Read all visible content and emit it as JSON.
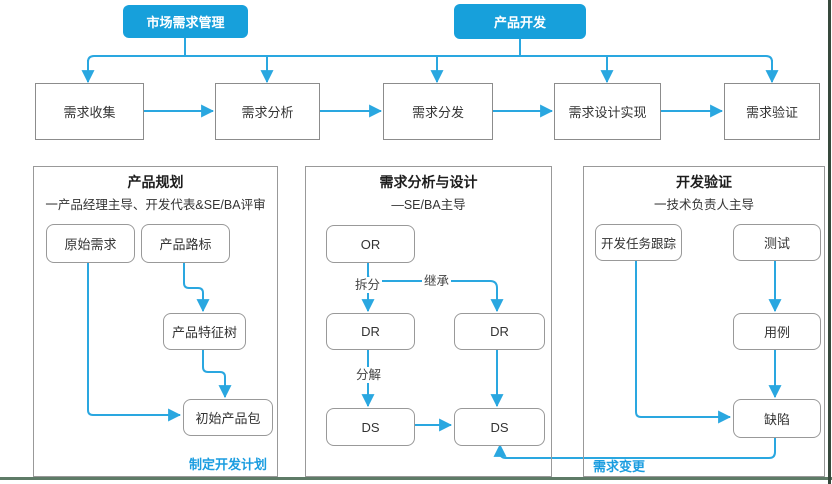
{
  "colors": {
    "source_box_fill": "#17A0DB",
    "connector_blue": "#2AA7E0",
    "node_border": "#999999",
    "stage_border": "#8C8C8C",
    "text": "#333333",
    "footer_blue": "#1B9DE0",
    "bottom_rule": "#5E7B67",
    "right_rule": "#36493C"
  },
  "top_flow": {
    "sources": [
      {
        "label": "市场需求管理"
      },
      {
        "label": "产品开发"
      }
    ],
    "stages": [
      {
        "label": "需求收集"
      },
      {
        "label": "需求分析"
      },
      {
        "label": "需求分发"
      },
      {
        "label": "需求设计实现"
      },
      {
        "label": "需求验证"
      }
    ]
  },
  "panels": [
    {
      "title": "产品规划",
      "subtitle": "一产品经理主导、开发代表&SE/BA评审",
      "nodes": [
        {
          "label": "原始需求"
        },
        {
          "label": "产品路标"
        },
        {
          "label": "产品特征树"
        },
        {
          "label": "初始产品包"
        }
      ],
      "footer": "制定开发计划"
    },
    {
      "title": "需求分析与设计",
      "subtitle": "—SE/BA主导",
      "nodes": [
        {
          "label": "OR"
        },
        {
          "label": "DR"
        },
        {
          "label": "DR"
        },
        {
          "label": "DS"
        },
        {
          "label": "DS"
        }
      ],
      "edge_labels": [
        {
          "label": "拆分"
        },
        {
          "label": "继承"
        },
        {
          "label": "分解"
        }
      ]
    },
    {
      "title": "开发验证",
      "subtitle": "一技术负责人主导",
      "nodes": [
        {
          "label": "开发任务跟踪"
        },
        {
          "label": "测试"
        },
        {
          "label": "用例"
        },
        {
          "label": "缺陷"
        }
      ],
      "footer": "需求变更"
    }
  ]
}
